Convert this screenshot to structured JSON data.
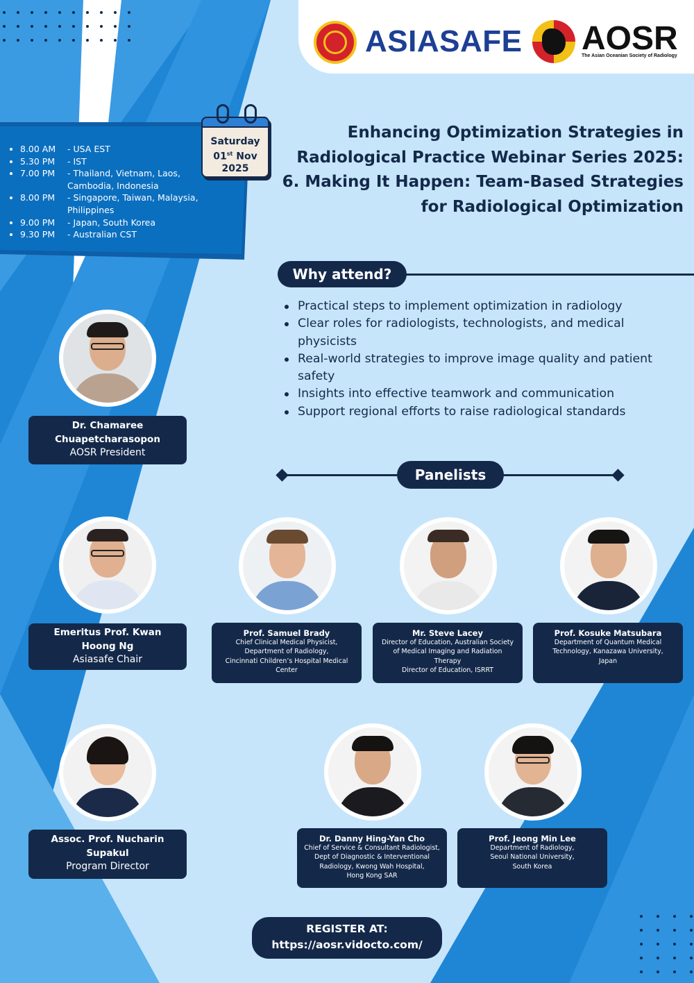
{
  "logos": {
    "asiasafe": "ASIASAFE",
    "aosr": "AOSR",
    "aosr_sub": "The Asian Oceanian Society of Radiology"
  },
  "date": {
    "day": "Saturday",
    "date_num": "01",
    "date_suffix": "st",
    "month": "Nov",
    "year": "2025"
  },
  "schedule": [
    {
      "time": "8.00 AM",
      "region": "USA EST"
    },
    {
      "time": "5.30 PM",
      "region": "IST"
    },
    {
      "time": "7.00 PM",
      "region": "Thailand, Vietnam, Laos, Cambodia, Indonesia"
    },
    {
      "time": "8.00 PM",
      "region": "Singapore, Taiwan, Malaysia, Philippines"
    },
    {
      "time": "9.00 PM",
      "region": "Japan, South Korea"
    },
    {
      "time": "9.30 PM",
      "region": "Australian CST"
    }
  ],
  "title": {
    "line1": "Enhancing Optimization Strategies in",
    "line2": "Radiological Practice Webinar Series 2025:",
    "line3": "6. Making It Happen: Team-Based Strategies",
    "line4": "for Radiological Optimization"
  },
  "why": {
    "heading": "Why attend?",
    "items": [
      "Practical steps to implement optimization in radiology",
      "Clear roles for radiologists, technologists, and medical physicists",
      "Real-world strategies to improve image quality and patient safety",
      "Insights into effective teamwork and communication",
      "Support regional efforts to raise radiological standards"
    ]
  },
  "panelists_heading": "Panelists",
  "hosts": [
    {
      "name": "Dr. Chamaree Chuapetcharasopon",
      "role": "AOSR President"
    },
    {
      "name": "Emeritus Prof. Kwan Hoong Ng",
      "role": "Asiasafe Chair"
    },
    {
      "name": "Assoc. Prof. Nucharin Supakul",
      "role": "Program Director"
    }
  ],
  "panelists": [
    {
      "name": "Prof. Samuel Brady",
      "role": "Chief Clinical Medical Physicist,\nDepartment of Radiology,\nCincinnati Children’s Hospital Medical\nCenter"
    },
    {
      "name": "Mr. Steve Lacey",
      "role": "Director of Education, Australian Society\nof Medical Imaging and Radiation\nTherapy\nDirector of Education, ISRRT"
    },
    {
      "name": "Prof. Kosuke Matsubara",
      "role": "Department of Quantum Medical\nTechnology, Kanazawa University,\nJapan"
    },
    {
      "name": "Dr. Danny Hing-Yan Cho",
      "role": "Chief of Service & Consultant Radiologist,\nDept of Diagnostic & Interventional\nRadiology, Kwong Wah Hospital,\nHong Kong SAR"
    },
    {
      "name": "Prof. Jeong Min Lee",
      "role": "Department of Radiology,\nSeoul National University,\nSouth Korea"
    }
  ],
  "register": {
    "label": "REGISTER AT:",
    "url": "https://aosr.vidocto.com/"
  },
  "colors": {
    "navy": "#14294a",
    "sky": "#c6e5fb",
    "blue": "#1f86d6",
    "asiasafe_blue": "#1d3f94",
    "red": "#d4222a",
    "yellow": "#f4c21a"
  }
}
